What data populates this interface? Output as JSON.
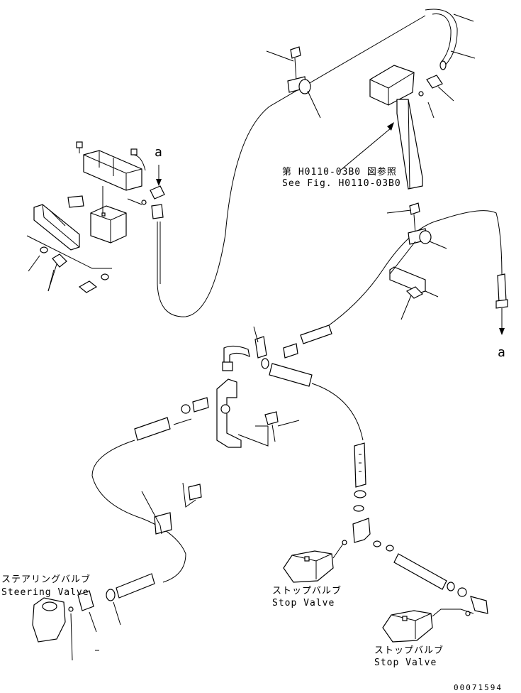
{
  "labels": {
    "fig_ref_jp": "第 H0110-03B0 図参照",
    "fig_ref_en": "See Fig. H0110-03B0",
    "arrow_top": "a",
    "arrow_right": "a",
    "steering_valve_jp": "ステアリングバルブ",
    "steering_valve_en": "Steering Valve",
    "stop_valve_1_jp": "ストップバルブ",
    "stop_valve_1_en": "Stop Valve",
    "stop_valve_2_jp": "ストップバルブ",
    "stop_valve_2_en": "Stop Valve",
    "drawing_number": "00071594"
  }
}
